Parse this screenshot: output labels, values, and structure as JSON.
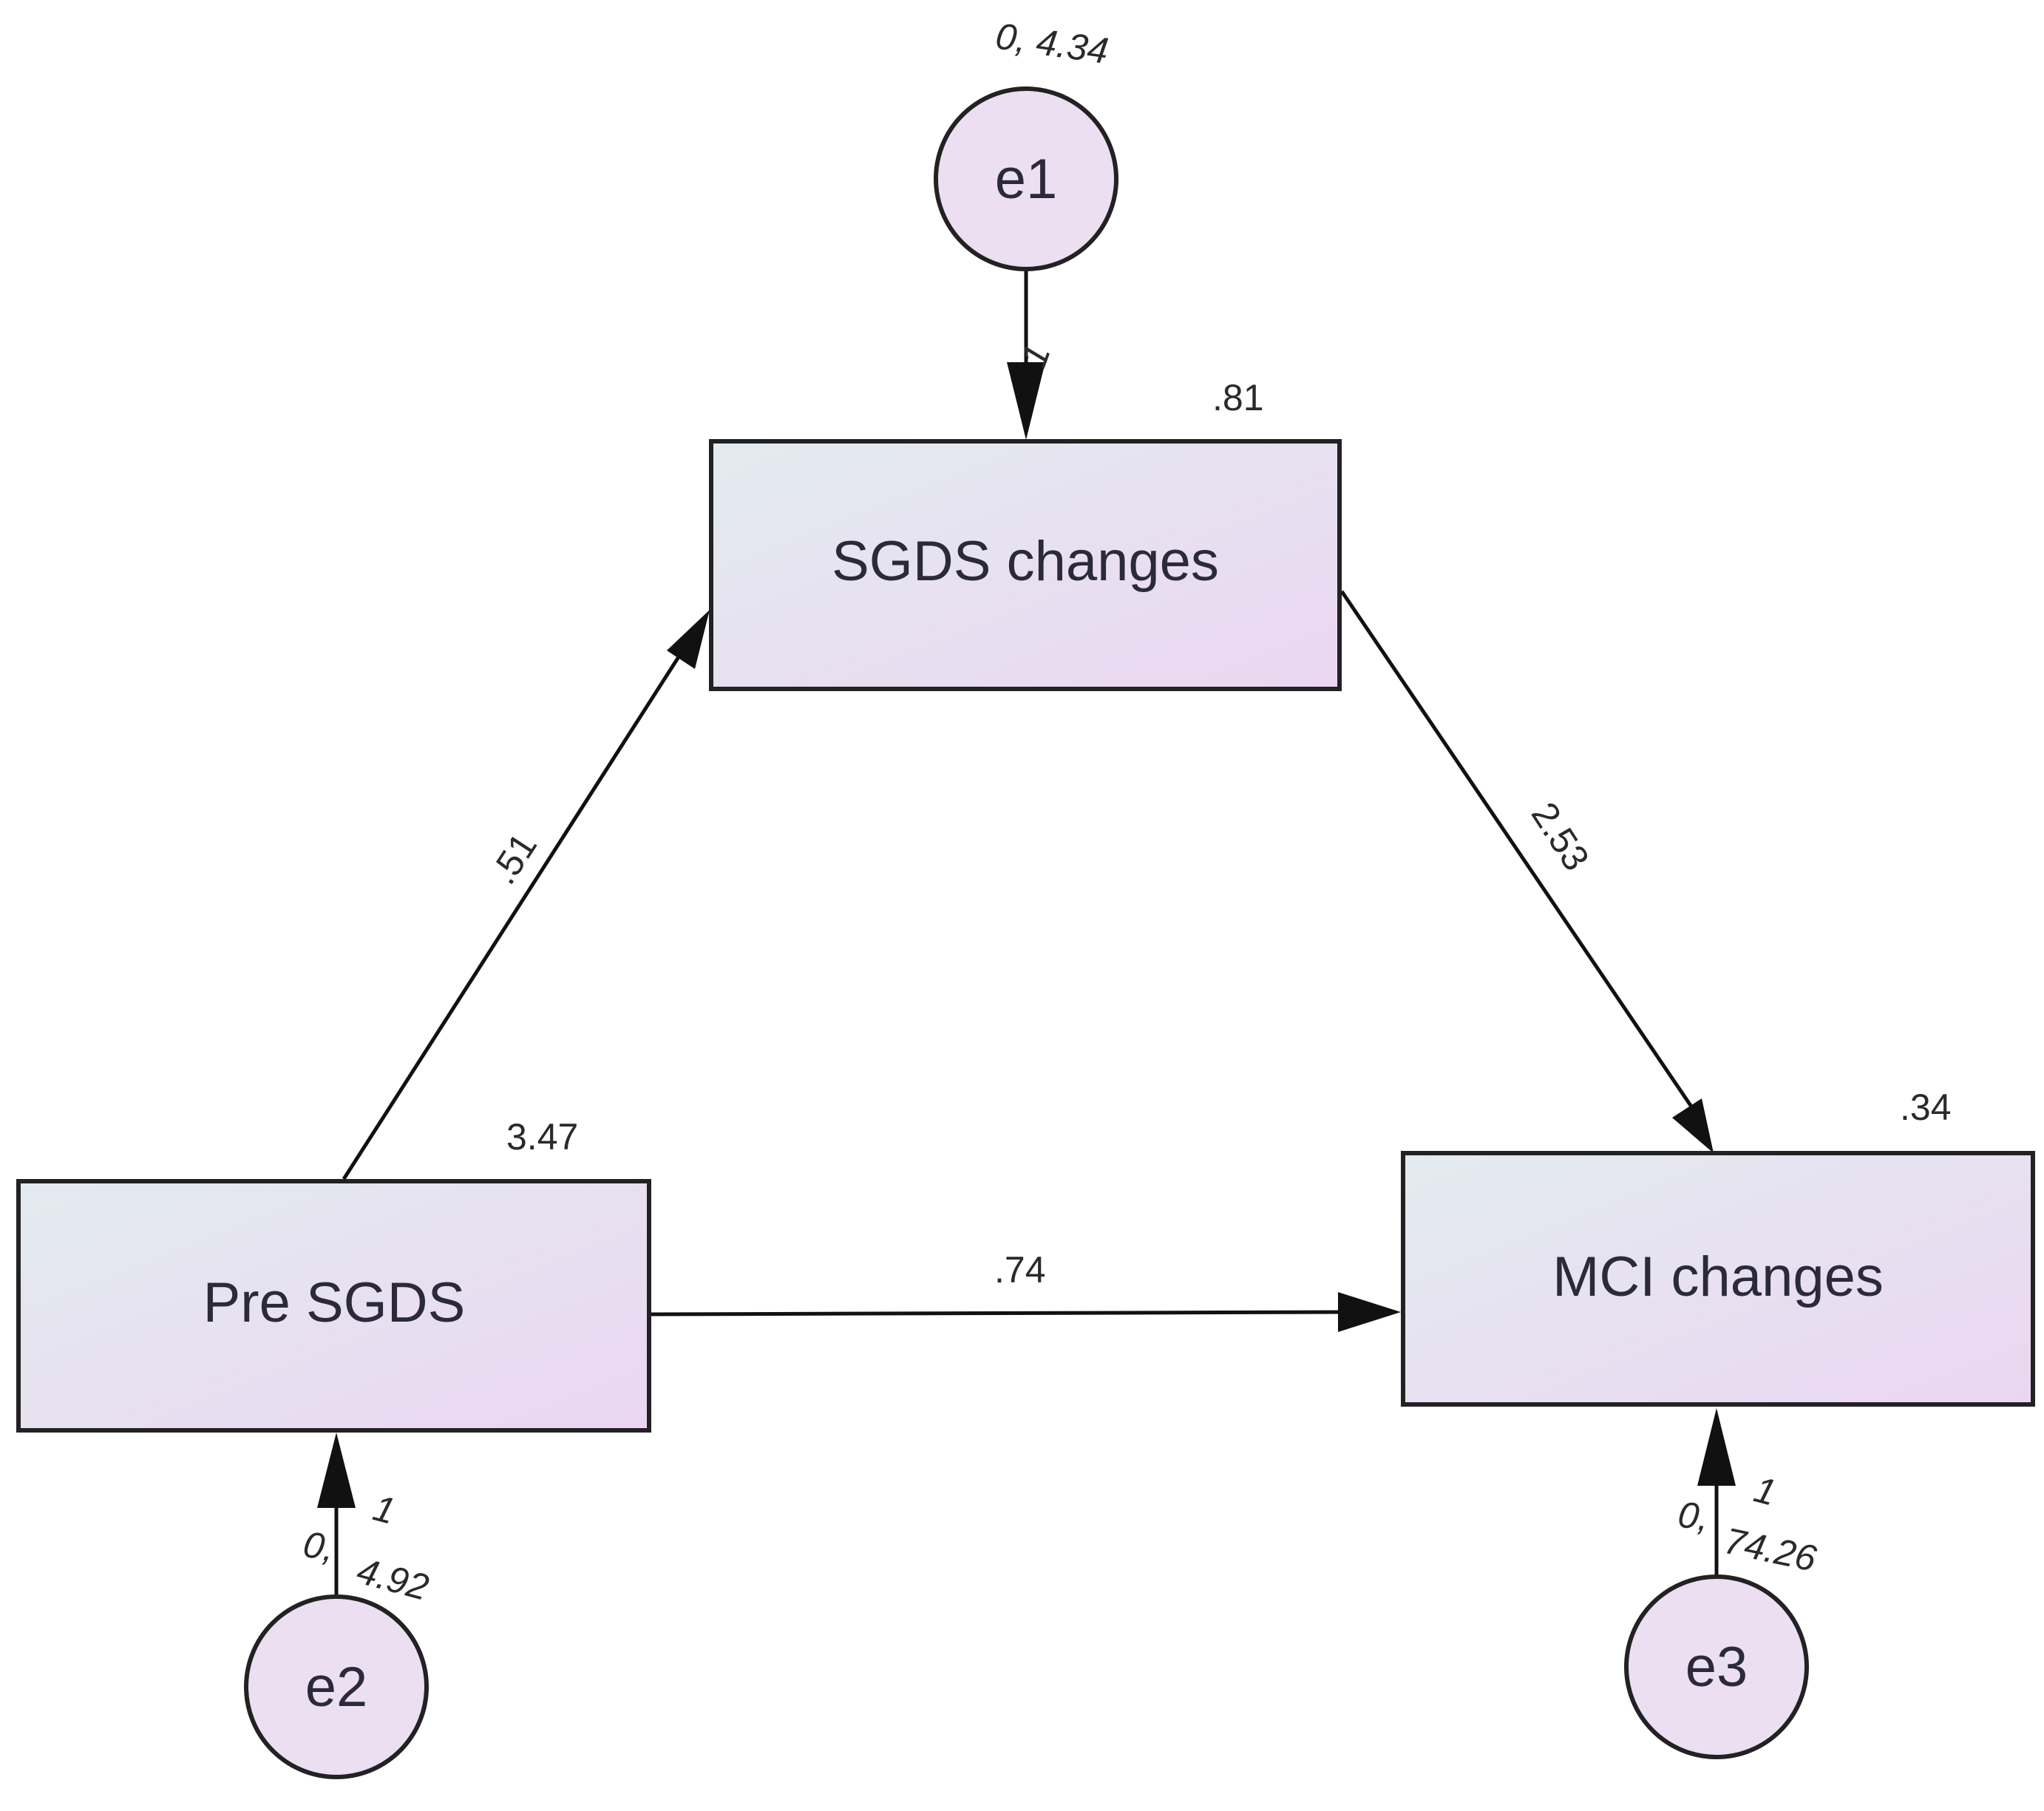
{
  "nodes": {
    "sgds_changes": {
      "label": "SGDS changes",
      "value": ".81"
    },
    "pre_sgds": {
      "label": "Pre SGDS",
      "value": "3.47"
    },
    "mci_changes": {
      "label": "MCI changes",
      "value": ".34"
    },
    "e1": {
      "label": "e1",
      "params": "0, 4.34",
      "weight": "1"
    },
    "e2": {
      "label": "e2",
      "mean": "0,",
      "variance": "4.92",
      "weight": "1"
    },
    "e3": {
      "label": "e3",
      "mean": "0,",
      "variance": "74.26",
      "weight": "1"
    }
  },
  "paths": {
    "pre_to_sgds": ".51",
    "sgds_to_mci": "2.53",
    "pre_to_mci": ".74"
  },
  "colors": {
    "box_gradient_start": "#e4ebf0",
    "box_gradient_end": "#ead6f0",
    "circle_fill": "#ecdff2"
  }
}
